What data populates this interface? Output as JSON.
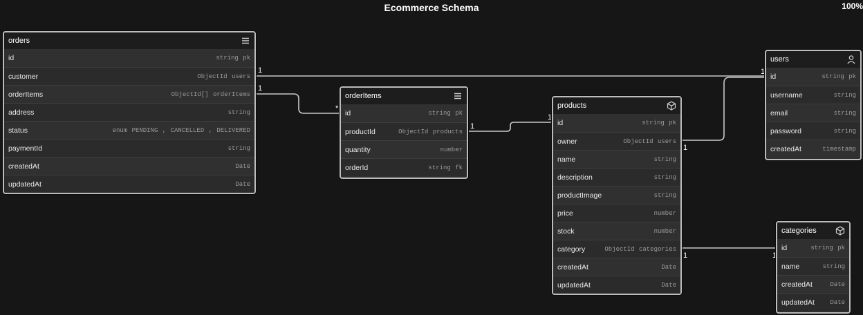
{
  "header": {
    "title": "Ecommerce Schema",
    "zoom": "100%"
  },
  "tables": {
    "orders": {
      "name": "orders",
      "icon": "menu-icon",
      "fields": [
        {
          "name": "id",
          "type": "string pk"
        },
        {
          "name": "customer",
          "type": "ObjectId users"
        },
        {
          "name": "orderItems",
          "type": "ObjectId[] orderItems"
        },
        {
          "name": "address",
          "type": "string"
        },
        {
          "name": "status",
          "type": "enum PENDING , CANCELLED , DELIVERED"
        },
        {
          "name": "paymentId",
          "type": "string"
        },
        {
          "name": "createdAt",
          "type": "Date"
        },
        {
          "name": "updatedAt",
          "type": "Date"
        }
      ]
    },
    "orderItems": {
      "name": "orderItems",
      "icon": "menu-icon",
      "fields": [
        {
          "name": "id",
          "type": "string pk"
        },
        {
          "name": "productId",
          "type": "ObjectId products"
        },
        {
          "name": "quantity",
          "type": "number"
        },
        {
          "name": "orderId",
          "type": "string fk"
        }
      ]
    },
    "products": {
      "name": "products",
      "icon": "cube-icon",
      "fields": [
        {
          "name": "id",
          "type": "string pk"
        },
        {
          "name": "owner",
          "type": "ObjectId users"
        },
        {
          "name": "name",
          "type": "string"
        },
        {
          "name": "description",
          "type": "string"
        },
        {
          "name": "productImage",
          "type": "string"
        },
        {
          "name": "price",
          "type": "number"
        },
        {
          "name": "stock",
          "type": "number"
        },
        {
          "name": "category",
          "type": "ObjectId categories"
        },
        {
          "name": "createdAt",
          "type": "Date"
        },
        {
          "name": "updatedAt",
          "type": "Date"
        }
      ]
    },
    "users": {
      "name": "users",
      "icon": "user-icon",
      "fields": [
        {
          "name": "id",
          "type": "string pk"
        },
        {
          "name": "username",
          "type": "string"
        },
        {
          "name": "email",
          "type": "string"
        },
        {
          "name": "password",
          "type": "string"
        },
        {
          "name": "createdAt",
          "type": "timestamp"
        }
      ]
    },
    "categories": {
      "name": "categories",
      "icon": "cube-icon",
      "fields": [
        {
          "name": "id",
          "type": "string pk"
        },
        {
          "name": "name",
          "type": "string"
        },
        {
          "name": "createdAt",
          "type": "Date"
        },
        {
          "name": "updatedAt",
          "type": "Date"
        }
      ]
    }
  },
  "relations": [
    {
      "from": "orders.customer",
      "to": "users.id",
      "from_card": "1",
      "to_card": "1"
    },
    {
      "from": "orders.orderItems",
      "to": "orderItems.id",
      "from_card": "1",
      "to_card": "*"
    },
    {
      "from": "orderItems.productId",
      "to": "products.id",
      "from_card": "1",
      "to_card": "1"
    },
    {
      "from": "products.owner",
      "to": "users.id",
      "from_card": "1",
      "to_card": "1"
    },
    {
      "from": "products.category",
      "to": "categories.id",
      "from_card": "1",
      "to_card": "1"
    }
  ],
  "colors": {
    "background": "#161616",
    "card": "#2f2f2f",
    "header": "#1d1d1d",
    "border": "#bdbdbd",
    "edge": "#c9c9c9"
  }
}
